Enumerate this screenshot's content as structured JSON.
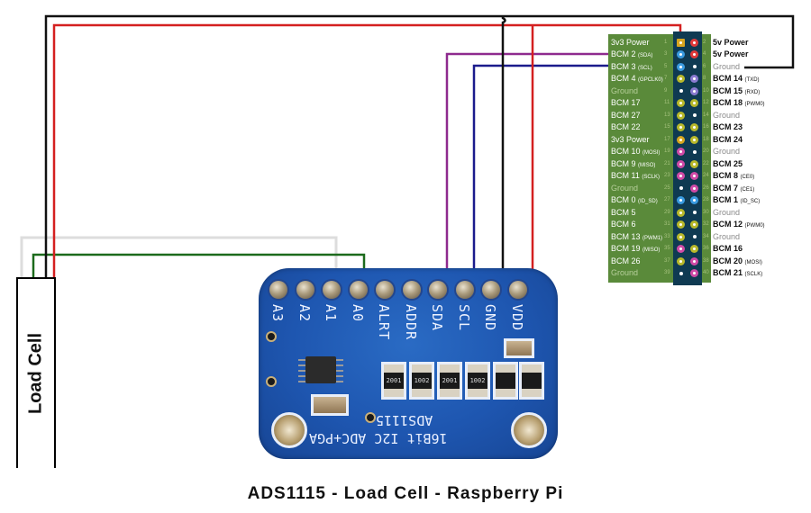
{
  "caption": "ADS1115 - Load Cell - Raspberry Pi",
  "load_cell": {
    "label": "Load Cell"
  },
  "ads1115": {
    "pins": [
      "A3",
      "A2",
      "A1",
      "A0",
      "ALRT",
      "ADDR",
      "SDA",
      "SCL",
      "GND",
      "VDD"
    ],
    "silkscreen_line1": "ADS1115",
    "silkscreen_line2": "16Bit I2C ADC+PGA",
    "resistor_codes": [
      "2001",
      "1002",
      "2001",
      "1002"
    ]
  },
  "wire_colors": {
    "black": "#111111",
    "red": "#d42020",
    "purple": "#8e2a8e",
    "blue": "#1b1b8c",
    "green": "#1c6a1c",
    "white": "#dddddd"
  },
  "connections": [
    {
      "from": "Load Cell",
      "to": "ADS1115 A0",
      "color": "green"
    },
    {
      "from": "Load Cell",
      "to": "ADS1115 A1",
      "color": "white"
    },
    {
      "from": "Load Cell",
      "to": "Pi pin 1 (3v3 Power)",
      "color": "red"
    },
    {
      "from": "Load Cell",
      "to": "Pi pin 6 (Ground)",
      "color": "black"
    },
    {
      "from": "ADS1115 SDA",
      "to": "Pi pin 3 (BCM 2 SDA)",
      "color": "purple"
    },
    {
      "from": "ADS1115 SCL",
      "to": "Pi pin 5 (BCM 3 SCL)",
      "color": "blue"
    },
    {
      "from": "ADS1115 GND",
      "to": "Pi pin 6 (Ground)",
      "color": "black"
    },
    {
      "from": "ADS1115 VDD",
      "to": "Pi pin 1 (3v3 Power)",
      "color": "red"
    }
  ],
  "pi_header": {
    "rows": [
      {
        "left": {
          "num": "1",
          "name": "3v3 Power",
          "sub": "",
          "color": "#d8a51f",
          "kind": "power3"
        },
        "right": {
          "num": "2",
          "name": "5v Power",
          "sub": "",
          "color": "#e03a3a",
          "kind": "power5"
        }
      },
      {
        "left": {
          "num": "3",
          "name": "BCM 2",
          "sub": "(SDA)",
          "color": "#3a9be0",
          "kind": "i2c"
        },
        "right": {
          "num": "4",
          "name": "5v Power",
          "sub": "",
          "color": "#e03a3a",
          "kind": "power5"
        }
      },
      {
        "left": {
          "num": "5",
          "name": "BCM 3",
          "sub": "(SCL)",
          "color": "#3a9be0",
          "kind": "i2c"
        },
        "right": {
          "num": "6",
          "name": "Ground",
          "sub": "",
          "color": "#ffffff",
          "kind": "gnd"
        }
      },
      {
        "left": {
          "num": "7",
          "name": "BCM 4",
          "sub": "(GPCLK0)",
          "color": "#b8b82a",
          "kind": "gpio"
        },
        "right": {
          "num": "8",
          "name": "BCM 14",
          "sub": "(TXD)",
          "color": "#8a7ad0",
          "kind": "uart"
        }
      },
      {
        "left": {
          "num": "9",
          "name": "Ground",
          "sub": "",
          "color": "#ffffff",
          "kind": "gnd"
        },
        "right": {
          "num": "10",
          "name": "BCM 15",
          "sub": "(RXD)",
          "color": "#8a7ad0",
          "kind": "uart"
        }
      },
      {
        "left": {
          "num": "11",
          "name": "BCM 17",
          "sub": "",
          "color": "#b8b82a",
          "kind": "gpio"
        },
        "right": {
          "num": "12",
          "name": "BCM 18",
          "sub": "(PWM0)",
          "color": "#b8b82a",
          "kind": "gpio"
        }
      },
      {
        "left": {
          "num": "13",
          "name": "BCM 27",
          "sub": "",
          "color": "#b8b82a",
          "kind": "gpio"
        },
        "right": {
          "num": "14",
          "name": "Ground",
          "sub": "",
          "color": "#ffffff",
          "kind": "gnd"
        }
      },
      {
        "left": {
          "num": "15",
          "name": "BCM 22",
          "sub": "",
          "color": "#b8b82a",
          "kind": "gpio"
        },
        "right": {
          "num": "16",
          "name": "BCM 23",
          "sub": "",
          "color": "#b8b82a",
          "kind": "gpio"
        }
      },
      {
        "left": {
          "num": "17",
          "name": "3v3 Power",
          "sub": "",
          "color": "#d8a51f",
          "kind": "power3"
        },
        "right": {
          "num": "18",
          "name": "BCM 24",
          "sub": "",
          "color": "#b8b82a",
          "kind": "gpio"
        }
      },
      {
        "left": {
          "num": "19",
          "name": "BCM 10",
          "sub": "(MOSI)",
          "color": "#d04aa6",
          "kind": "spi"
        },
        "right": {
          "num": "20",
          "name": "Ground",
          "sub": "",
          "color": "#ffffff",
          "kind": "gnd"
        }
      },
      {
        "left": {
          "num": "21",
          "name": "BCM 9",
          "sub": "(MISO)",
          "color": "#d04aa6",
          "kind": "spi"
        },
        "right": {
          "num": "22",
          "name": "BCM 25",
          "sub": "",
          "color": "#b8b82a",
          "kind": "gpio"
        }
      },
      {
        "left": {
          "num": "23",
          "name": "BCM 11",
          "sub": "(SCLK)",
          "color": "#d04aa6",
          "kind": "spi"
        },
        "right": {
          "num": "24",
          "name": "BCM 8",
          "sub": "(CE0)",
          "color": "#d04aa6",
          "kind": "spi"
        }
      },
      {
        "left": {
          "num": "25",
          "name": "Ground",
          "sub": "",
          "color": "#ffffff",
          "kind": "gnd"
        },
        "right": {
          "num": "26",
          "name": "BCM 7",
          "sub": "(CE1)",
          "color": "#d04aa6",
          "kind": "spi"
        }
      },
      {
        "left": {
          "num": "27",
          "name": "BCM 0",
          "sub": "(ID_SD)",
          "color": "#3a9be0",
          "kind": "i2c"
        },
        "right": {
          "num": "28",
          "name": "BCM 1",
          "sub": "(ID_SC)",
          "color": "#3a9be0",
          "kind": "i2c"
        }
      },
      {
        "left": {
          "num": "29",
          "name": "BCM 5",
          "sub": "",
          "color": "#b8b82a",
          "kind": "gpio"
        },
        "right": {
          "num": "30",
          "name": "Ground",
          "sub": "",
          "color": "#ffffff",
          "kind": "gnd"
        }
      },
      {
        "left": {
          "num": "31",
          "name": "BCM 6",
          "sub": "",
          "color": "#b8b82a",
          "kind": "gpio"
        },
        "right": {
          "num": "32",
          "name": "BCM 12",
          "sub": "(PWM0)",
          "color": "#b8b82a",
          "kind": "gpio"
        }
      },
      {
        "left": {
          "num": "33",
          "name": "BCM 13",
          "sub": "(PWM1)",
          "color": "#b8b82a",
          "kind": "gpio"
        },
        "right": {
          "num": "34",
          "name": "Ground",
          "sub": "",
          "color": "#ffffff",
          "kind": "gnd"
        }
      },
      {
        "left": {
          "num": "35",
          "name": "BCM 19",
          "sub": "(MISO)",
          "color": "#d04aa6",
          "kind": "spi"
        },
        "right": {
          "num": "36",
          "name": "BCM 16",
          "sub": "",
          "color": "#b8b82a",
          "kind": "gpio"
        }
      },
      {
        "left": {
          "num": "37",
          "name": "BCM 26",
          "sub": "",
          "color": "#b8b82a",
          "kind": "gpio"
        },
        "right": {
          "num": "38",
          "name": "BCM 20",
          "sub": "(MOSI)",
          "color": "#d04aa6",
          "kind": "spi"
        }
      },
      {
        "left": {
          "num": "39",
          "name": "Ground",
          "sub": "",
          "color": "#ffffff",
          "kind": "gnd"
        },
        "right": {
          "num": "40",
          "name": "BCM 21",
          "sub": "(SCLK)",
          "color": "#d04aa6",
          "kind": "spi"
        }
      }
    ]
  }
}
